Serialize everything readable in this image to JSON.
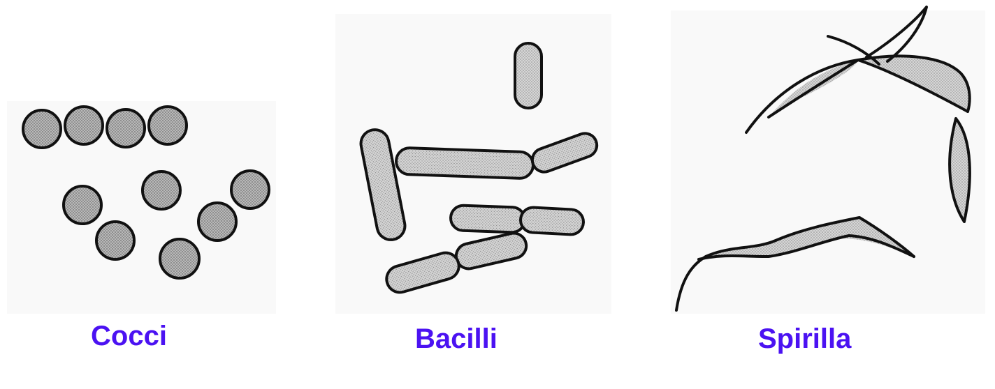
{
  "labels": {
    "cocci": "Cocci",
    "bacilli": "Bacilli",
    "spirilla": "Spirilla"
  },
  "colors": {
    "label": "#4b12f2",
    "outline": "#111111",
    "fill_dark": "#a9a9a9",
    "fill_light": "#c9c9c9"
  }
}
